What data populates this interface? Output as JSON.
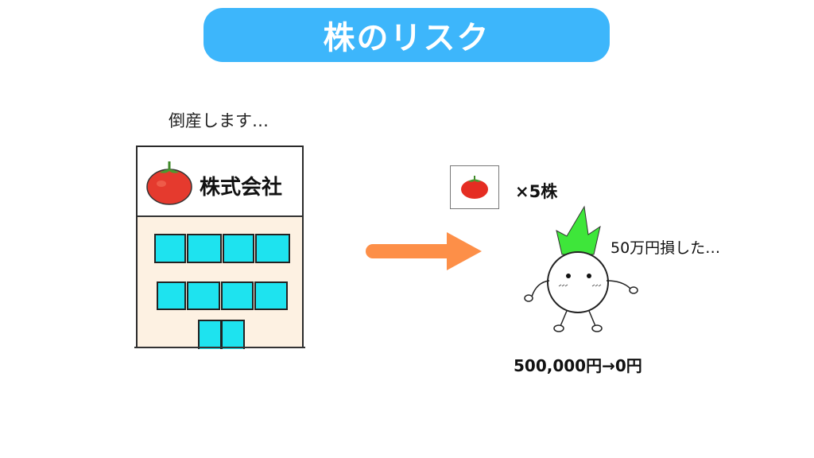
{
  "title": "株のリスク",
  "colors": {
    "title_bg": "#3db6fb",
    "arrow": "#fd8f48",
    "window": "#1ee3ef",
    "building_wall": "#fdf1e2",
    "leaf": "#3ee63a",
    "tomato": "#e53a2e"
  },
  "left_scene": {
    "caption": "倒産します…",
    "company_sign": "株式会社",
    "icons": [
      "tomato-logo-icon",
      "building-icon"
    ]
  },
  "arrow": {
    "icon": "arrow-right-icon"
  },
  "right_scene": {
    "holding_qty": "×5株",
    "speech": "50万円損した…",
    "value_change": "500,000円→0円",
    "icons": [
      "tomato-icon",
      "radish-mascot-icon"
    ]
  }
}
